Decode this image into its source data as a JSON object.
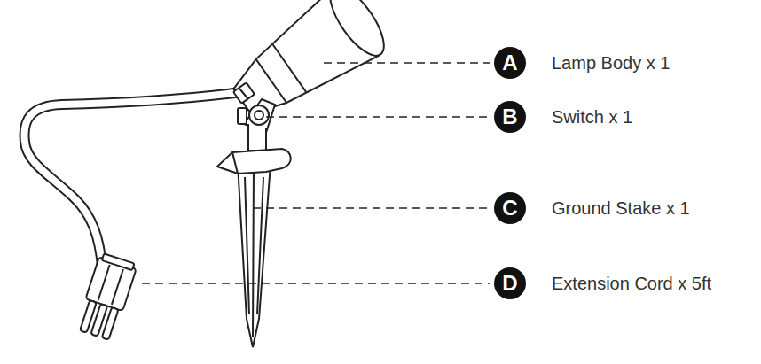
{
  "diagram": {
    "labels": [
      "A",
      "Lamp Body x 1",
      "B",
      "Switch x 1",
      "C",
      "Ground Stake x 1",
      "D",
      "Extension Cord x 5ft"
    ]
  }
}
